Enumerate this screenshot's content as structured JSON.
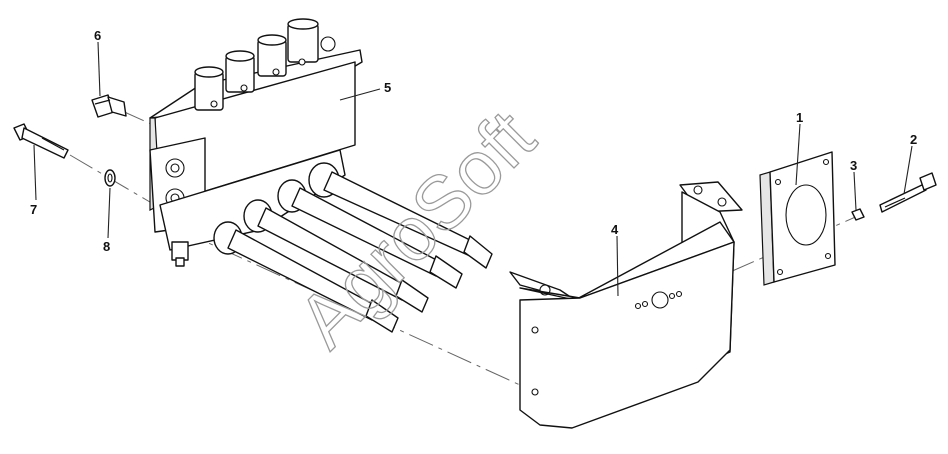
{
  "callouts": [
    "1",
    "2",
    "3",
    "4",
    "5",
    "6",
    "7",
    "8"
  ],
  "watermark": "AgroSoft",
  "colors": {
    "line": "#111111",
    "background": "#ffffff",
    "watermark": "#9a9a9a"
  }
}
